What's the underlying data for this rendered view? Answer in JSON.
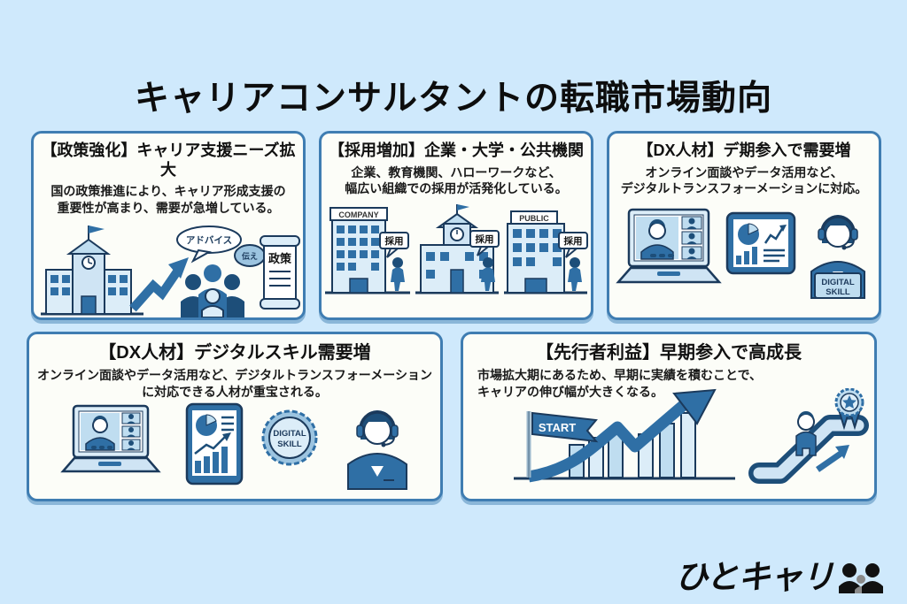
{
  "page": {
    "title": "キャリアコンサルタントの転職市場動向",
    "background_color": "#cfe9fc",
    "card_border_color": "#3f7db2",
    "card_background_color": "#fcfdf8",
    "illustration_palette": {
      "navy": "#1d4e79",
      "mid_blue": "#2f6fa5",
      "light_blue": "#bfddf0",
      "pale_blue": "#dcedf8",
      "outline": "#1b3a5c"
    }
  },
  "cards": [
    {
      "heading": "【政策強化】キャリア支援ニーズ拡大",
      "body_lines": [
        "国の政策推進により、キャリア形成支援の",
        "重要性が高まり、需要が急増している。"
      ],
      "illustration": {
        "bubble_advice": "アドバイス",
        "bubble_tsutae": "伝え",
        "scroll_label": "政策"
      }
    },
    {
      "heading": "【採用増加】企業・大学・公共機関",
      "body_lines": [
        "企業、教育機関、ハローワークなど、",
        "幅広い組織での採用が活発化している。"
      ],
      "illustration": {
        "company_sign": "COMPANY",
        "public_sign": "PUBLIC",
        "bubble_label": "採用"
      }
    },
    {
      "heading": "【DX人材】デ期参入で需要増",
      "body_lines": [
        "オンライン面談やデータ活用など、",
        "デジタルトランスフォーメーションに対応。"
      ],
      "illustration": {
        "sign_line1": "DIGITAL",
        "sign_line2": "SKILL"
      }
    },
    {
      "heading": "【DX人材】デジタルスキル需要増",
      "body_lines": [
        "オンライン面談やデータ活用など、デジタルトランスフォーメーション",
        "に対応できる人材が重宝される。"
      ],
      "illustration": {
        "badge_line1": "DIGITAL",
        "badge_line2": "SKILL"
      }
    },
    {
      "heading": "【先行者利益】早期参入で高成長",
      "body_lines": [
        "市場拡大期にあるため、早期に実績を積むことで、",
        "キャリアの伸び幅が大きくなる。"
      ],
      "illustration": {
        "flag_label": "START"
      }
    }
  ],
  "footer": {
    "logo_text": "ひとキャリ"
  }
}
